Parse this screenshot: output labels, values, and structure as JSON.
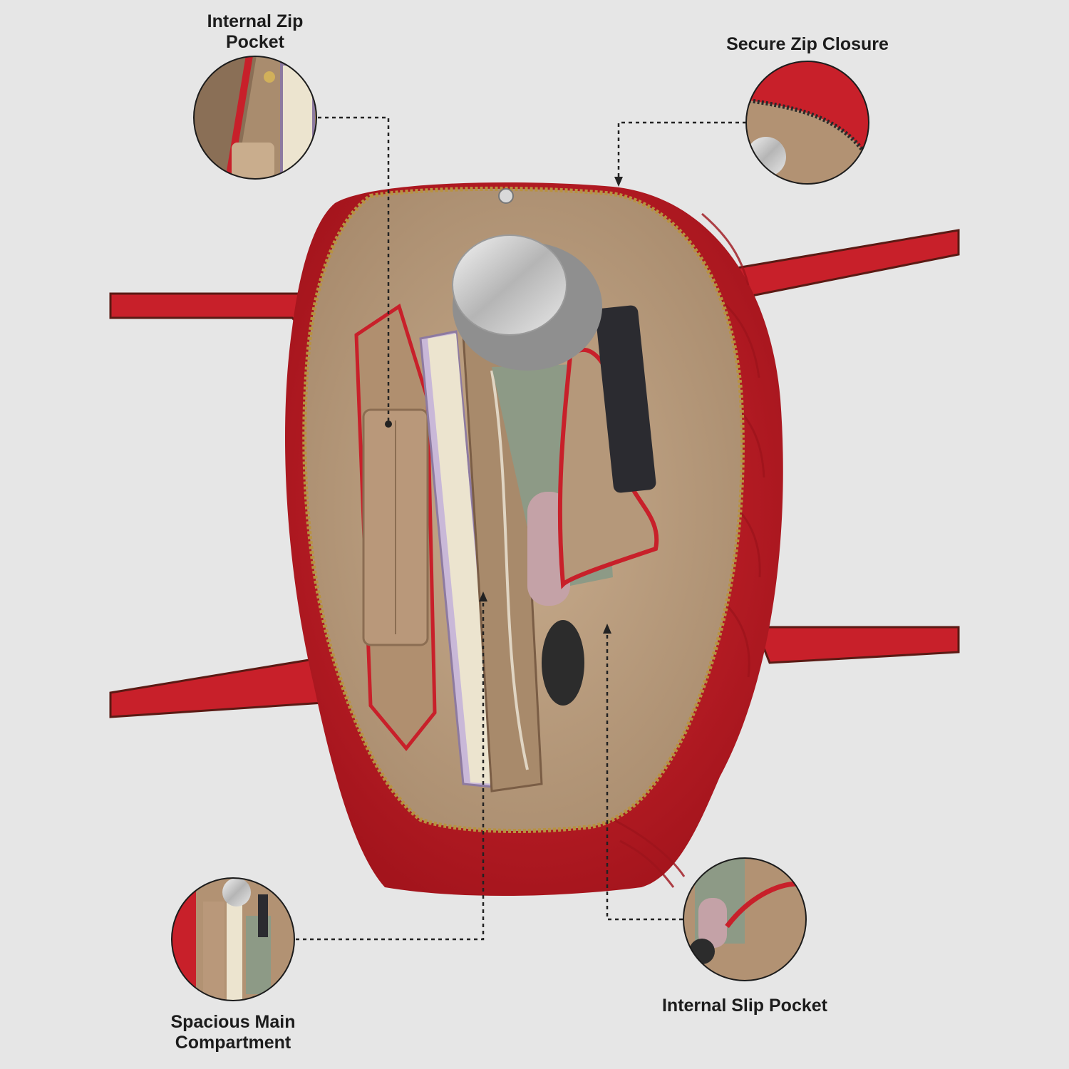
{
  "callouts": {
    "internal_zip_pocket": {
      "line1": "Internal Zip",
      "line2": "Pocket"
    },
    "secure_zip_closure": {
      "line1": "Secure Zip Closure"
    },
    "spacious_main_compartment": {
      "line1": "Spacious Main",
      "line2": "Compartment"
    },
    "internal_slip_pocket": {
      "line1": "Internal Slip Pocket"
    }
  },
  "colors": {
    "background": "#e6e6e6",
    "bag_red": "#c8202a",
    "bag_red_dark": "#8e1119",
    "lining_tan": "#b89b7d",
    "zipper_gold": "#b8923f",
    "leader_line": "#222222"
  }
}
